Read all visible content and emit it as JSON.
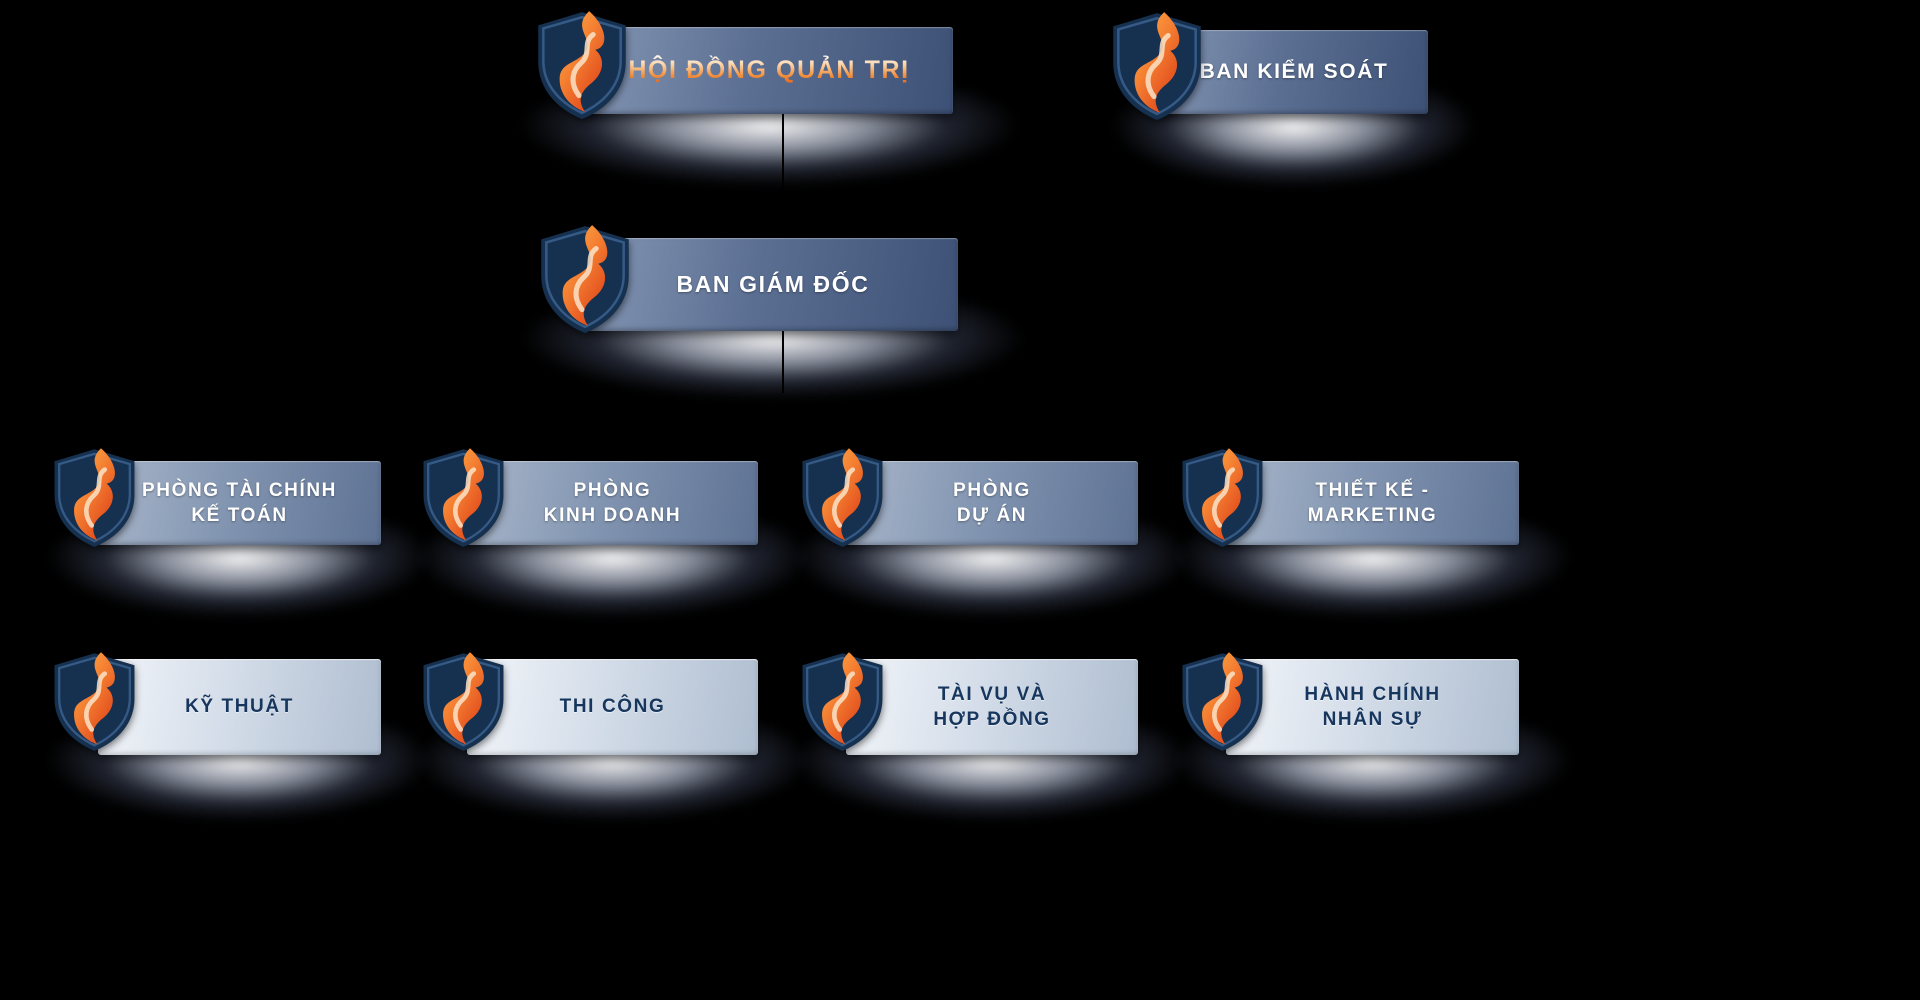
{
  "org_chart": {
    "background": "#000000",
    "theme": {
      "box_dark_gradient": [
        "#8496b3",
        "#3d5176"
      ],
      "box_mid_gradient": [
        "#aab7cb",
        "#5e7294"
      ],
      "box_light_gradient": [
        "#f3f6fa",
        "#aebdd0"
      ],
      "text_light": "#ffffff",
      "text_dark": "#17365d",
      "title_accent_orange": "#ef8030",
      "flame_orange_top": "#f9b04a",
      "flame_orange_bottom": "#dd3f17",
      "shield_navy": "#16304f",
      "connector": "#000000",
      "glow": "#ffffff"
    },
    "level1": [
      {
        "id": "hoi-dong-quan-tri",
        "label": "HỘI ĐỒNG QUẢN TRỊ",
        "icon": "shield-flame-icon"
      },
      {
        "id": "ban-kiem-soat",
        "label": "BAN KIỂM SOÁT",
        "icon": "shield-flame-icon"
      }
    ],
    "level2": [
      {
        "id": "ban-giam-doc",
        "label": "BAN GIÁM ĐỐC",
        "icon": "shield-flame-icon"
      }
    ],
    "level3": [
      {
        "id": "phong-tai-chinh-ke-toan",
        "label": "PHÒNG TÀI CHÍNH\nKẾ TOÁN",
        "icon": "shield-flame-icon"
      },
      {
        "id": "phong-kinh-doanh",
        "label": "PHÒNG\nKINH DOANH",
        "icon": "shield-flame-icon"
      },
      {
        "id": "phong-du-an",
        "label": "PHÒNG\nDỰ ÁN",
        "icon": "shield-flame-icon"
      },
      {
        "id": "thiet-ke-marketing",
        "label": "THIẾT KẾ -\nMARKETING",
        "icon": "shield-flame-icon"
      }
    ],
    "level4": [
      {
        "id": "ky-thuat",
        "label": "KỸ THUẬT",
        "icon": "shield-flame-icon"
      },
      {
        "id": "thi-cong",
        "label": "THI CÔNG",
        "icon": "shield-flame-icon"
      },
      {
        "id": "tai-vu-va-hop-dong",
        "label": "TÀI VỤ VÀ\nHỢP ĐỒNG",
        "icon": "shield-flame-icon"
      },
      {
        "id": "hanh-chinh-nhan-su",
        "label": "HÀNH CHÍNH\nNHÂN SỰ",
        "icon": "shield-flame-icon"
      }
    ]
  }
}
